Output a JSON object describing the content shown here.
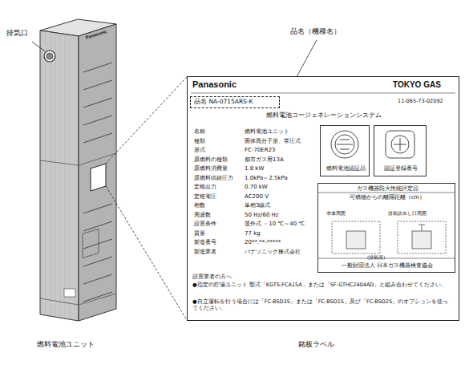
{
  "diagram": {
    "nodes": [
      {
        "text": [
          "Panasonic",
          "TOKYO GAS",
          "11-065-73-02092",
          "燃料電池コージェネレーションシステム"
        ]
      },
      {
        "text": [
          "品名 NA-0715ARS-K"
        ],
        "in": 0
      },
      {
        "text": [
          "燃料電池認証品"
        ],
        "in": 0
      },
      {
        "text": [
          "認証登録番号"
        ],
        "in": 0
      },
      {
        "text": [
          "ガス機器防火性能評定品",
          "可燃物からの離隔距離（cm）",
          "一般財団法人 日本ガス機器検査協会"
        ],
        "in": 0
      }
    ],
    "labels": [
      "排気口",
      "品名（機種名）",
      "燃料電池ユニット",
      "銘板ラベル",
      "Panasonic",
      "名称",
      "燃料電池ユニット",
      "種類",
      "固体高分子形、常圧式",
      "形式",
      "FC-70ER23",
      "原燃料の種類",
      "都市ガス用13A",
      "原燃料消費量",
      "1.8 kW",
      "原燃料供給圧力",
      "1.0kPa～2.5kPa",
      "定格出力",
      "0.70 kW",
      "定格電圧",
      "AC200 V",
      "相数",
      "単相3線式",
      "周波数",
      "50 Hz/60 Hz",
      "設置条件",
      "屋外式 －10 ℃～40 ℃",
      "質量",
      "77 kg",
      "製造番号",
      "20**.**-*****",
      "製造業者",
      "パナソニック株式会社",
      "本体周囲",
      "排気吹出し口周囲",
      "(排気筒)",
      "設置業者の方へ",
      "●指定の貯湯ユニット 型式「KGTS-FCA15A」または「SF-GTHC2404AD」と組み合わせてください。",
      "●自立運転を行う場合には「FC-BSD3S」または「FC-BSD1S」及び「FC-BSD2S」のオプションを使ってください。"
    ]
  }
}
